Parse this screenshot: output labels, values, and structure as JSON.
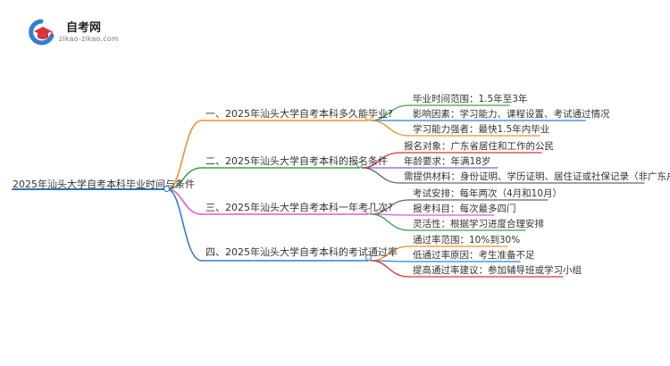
{
  "logo": {
    "title": "自考网",
    "domain": "zikao-zikao.com",
    "icon": "graduation-cap-icon",
    "colors": {
      "blue": "#2f7fd6",
      "red": "#d9333a"
    }
  },
  "mindmap": {
    "root": {
      "label": "2025年汕头大学自考本科毕业时间与条件",
      "color": "#2f6fb8"
    },
    "branches": [
      {
        "label": "一、2025年汕头大学自考本科多久能毕业?",
        "color": "#f0902b",
        "children": [
          "毕业时间范围：1.5年至3年",
          "影响因素：学习能力、课程设置、考试通过情况",
          "学习能力强者：最快1.5年内毕业"
        ],
        "child_colors": [
          "#3aa34a",
          "#2f7fd6",
          "#f0902b"
        ]
      },
      {
        "label": "二、2025年汕头大学自考本科的报名条件",
        "color": "#3aa34a",
        "children": [
          "报名对象：广东省居住和工作的公民",
          "年龄要求：年满18岁",
          "需提供材料：身份证明、学历证明、居住证或社保记录（非广东户籍）"
        ],
        "child_colors": [
          "#d9333a",
          "#8b5cc7",
          "#666666"
        ]
      },
      {
        "label": "三、2025年汕头大学自考本科一年考几次?",
        "color": "#d85bd0",
        "children": [
          "考试安排：每年两次（4月和10月）",
          "报考科目：每次最多四门",
          "灵活性：根据学习进度合理安排"
        ],
        "child_colors": [
          "#666666",
          "#d85bd0",
          "#3aa34a"
        ]
      },
      {
        "label": "四、2025年汕头大学自考本科的考试通过率",
        "color": "#2f7fd6",
        "children": [
          "通过率范围：10%到30%",
          "低通过率原因：考生准备不足",
          "提高通过率建议：参加辅导班或学习小组"
        ],
        "child_colors": [
          "#f0902b",
          "#2f7fd6",
          "#d9333a"
        ]
      }
    ]
  }
}
